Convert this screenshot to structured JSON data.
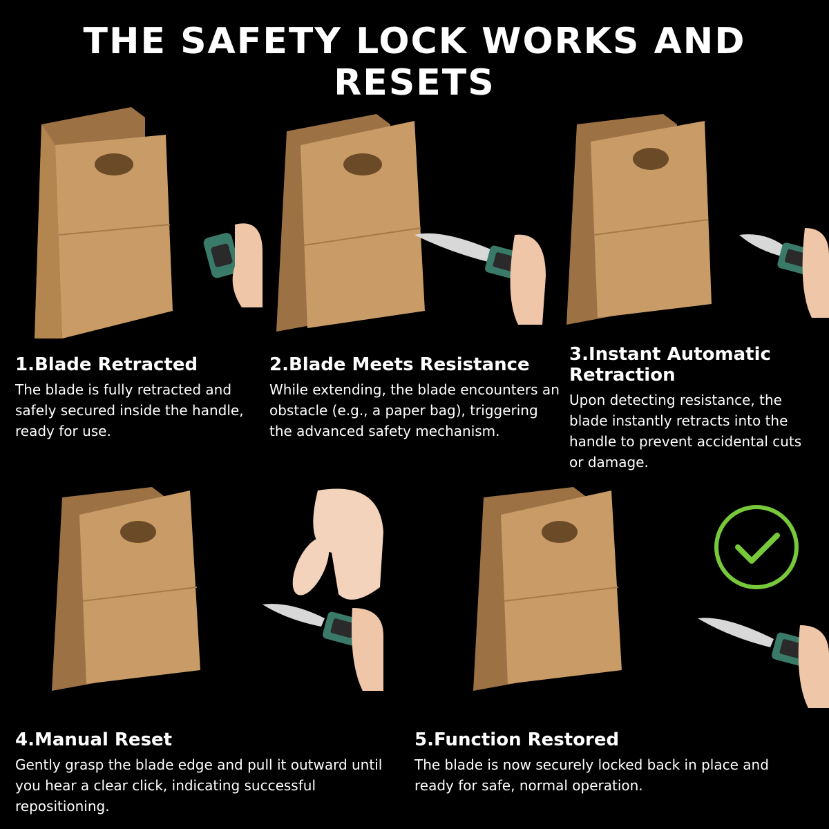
{
  "title": "THE SAFETY LOCK WORKS AND RESETS",
  "colors": {
    "background": "#000000",
    "bag": "#c99b66",
    "bag_dark": "#9c7245",
    "handle_green": "#3a7a68",
    "check": "#78c93a",
    "text": "#ffffff"
  },
  "steps": [
    {
      "title": "1.Blade Retracted",
      "desc": "The blade is fully retracted and safely secured inside the handle, ready for use.",
      "illustration": "paper-bag-with-retracted-knife"
    },
    {
      "title": "2.Blade Meets Resistance",
      "desc": "While extending, the blade encounters an obstacle (e.g., a paper bag), triggering the advanced safety mechanism.",
      "illustration": "paper-bag-with-extended-knife"
    },
    {
      "title": "3.Instant Automatic Retraction",
      "desc": "Upon detecting resistance, the blade instantly retracts into the handle to prevent accidental cuts or damage.",
      "illustration": "paper-bag-with-short-blade-knife"
    },
    {
      "title": "4.Manual Reset",
      "desc": "Gently grasp the blade edge and pull it outward until you hear a clear click, indicating successful repositioning.",
      "illustration": "paper-bag-with-hand-pulling-blade"
    },
    {
      "title": "5.Function Restored",
      "desc": "The blade is now securely locked back in place and ready for safe, normal operation.",
      "illustration": "paper-bag-with-locked-knife-and-checkmark"
    }
  ],
  "icons": {
    "check": "checkmark-circle-icon"
  }
}
